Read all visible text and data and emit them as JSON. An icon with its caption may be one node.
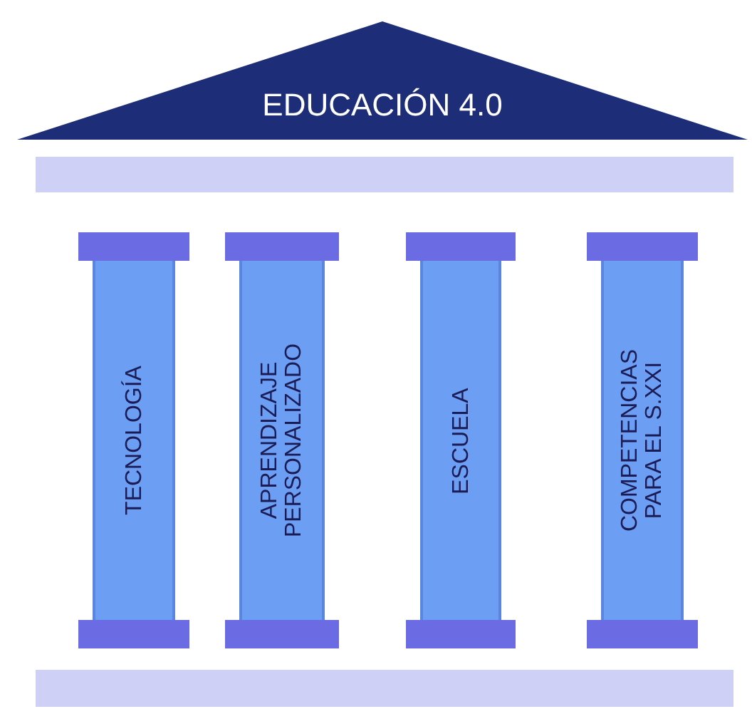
{
  "diagram": {
    "nodes": [
      {
        "text": [
          "EDUCACIÓN 4.0"
        ]
      },
      {
        "text": [
          "TECNOLOGÍA"
        ]
      },
      {
        "text": [
          "APRENDIZAJE PERSONALIZADO"
        ]
      },
      {
        "text": [
          "ESCUELA"
        ]
      },
      {
        "text": [
          "COMPETENCIAS PARA EL S.XXI"
        ]
      }
    ]
  }
}
